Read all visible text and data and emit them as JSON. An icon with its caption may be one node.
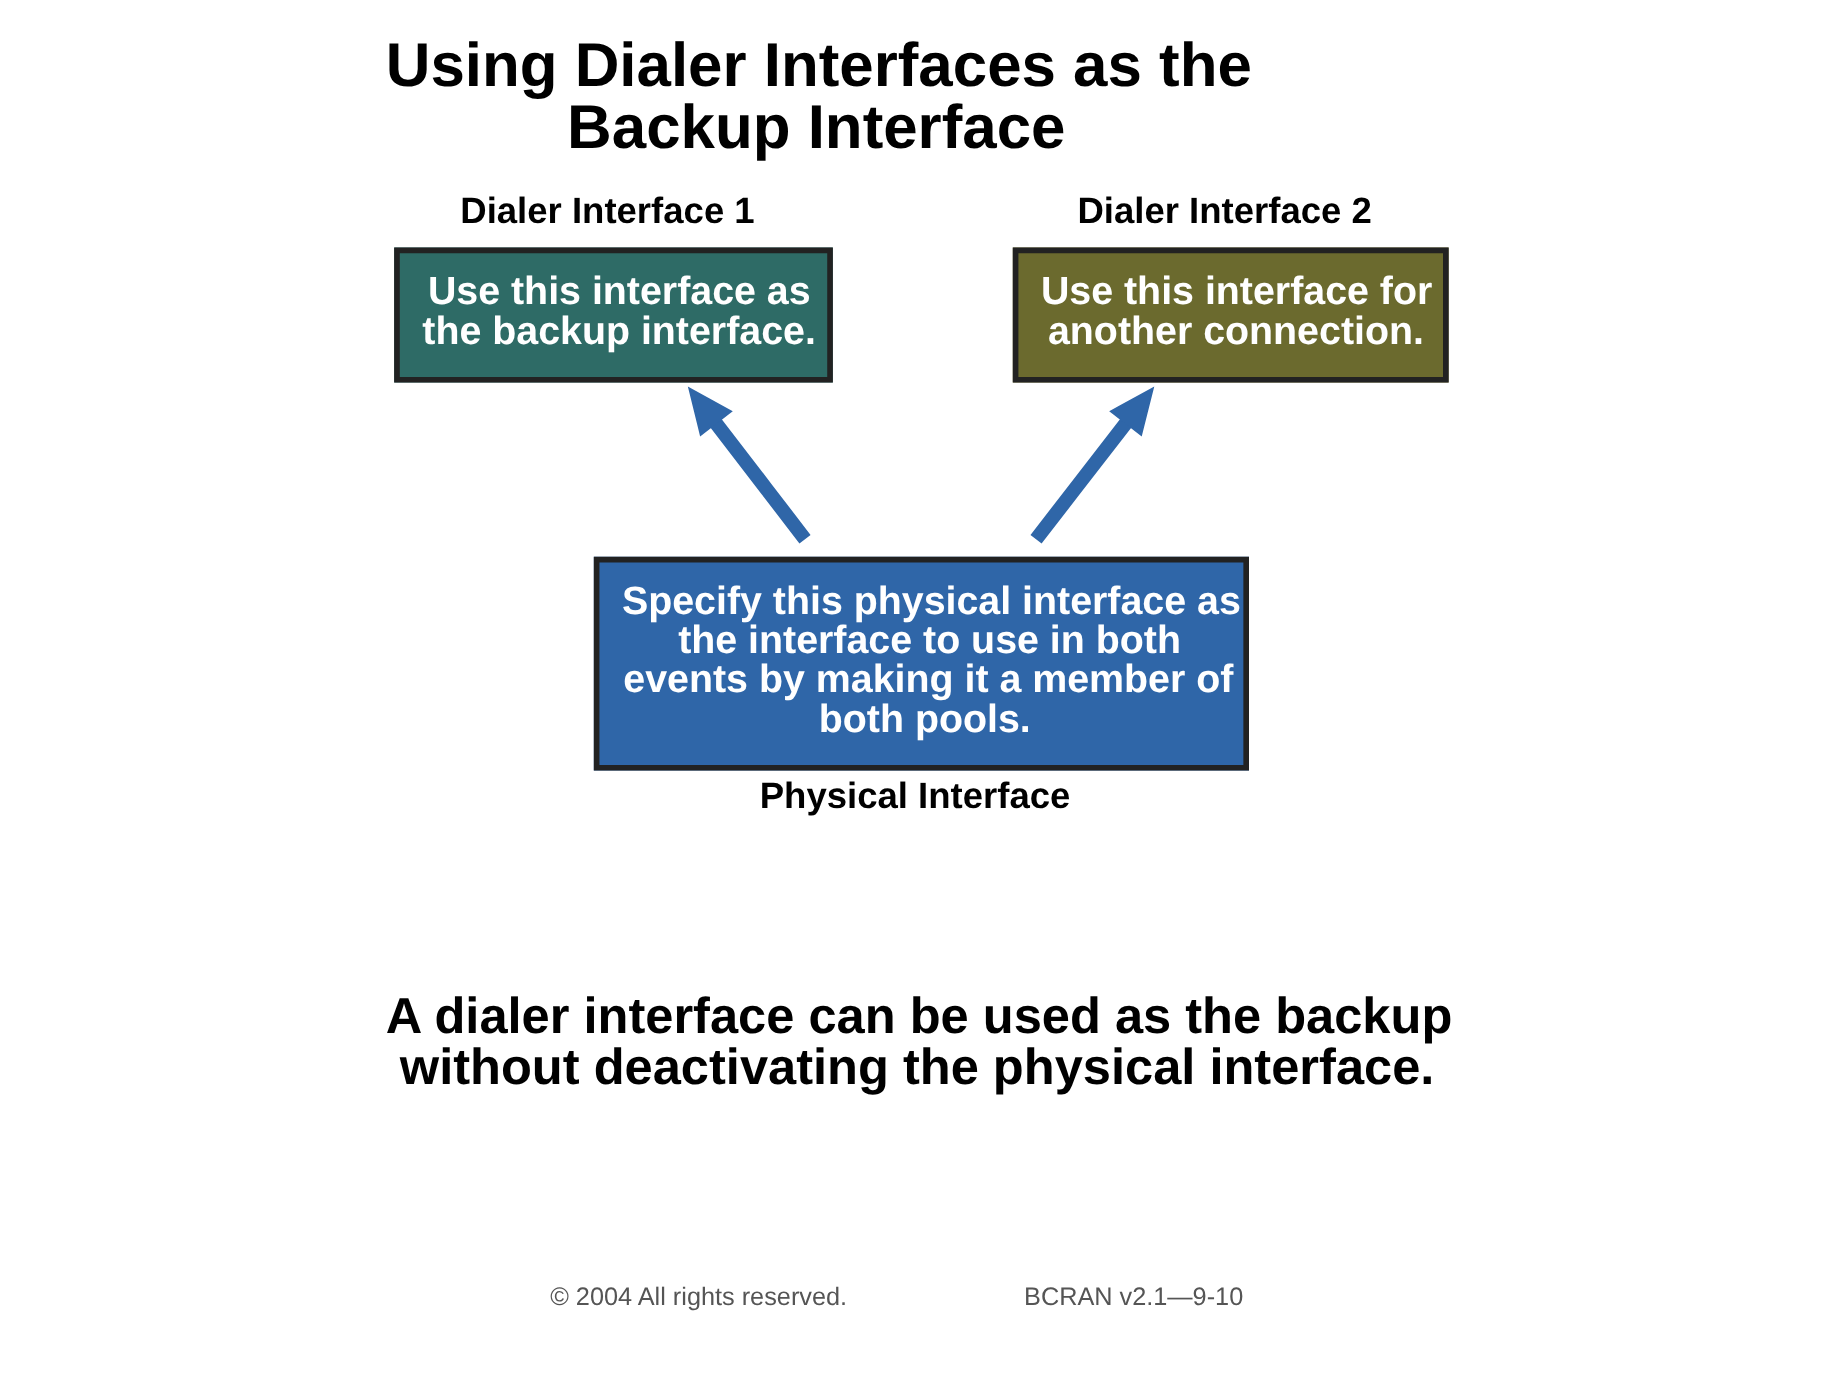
{
  "diagram": {
    "title": "Using Dialer Interfaces as the Backup Interface",
    "nodes": [
      {
        "text": [
          "Dialer Interface 1",
          "Use this interface as the backup interface."
        ]
      },
      {
        "text": [
          "Dialer Interface 2",
          "Use this interface for another connection."
        ]
      },
      {
        "text": [
          "Specify this physical interface as the interface to use in both events by making it a member of both pools.",
          "Physical Interface"
        ]
      }
    ],
    "edges": [
      {
        "from": 2,
        "to": 0,
        "arrow": "to"
      },
      {
        "from": 2,
        "to": 1,
        "arrow": "to"
      }
    ],
    "labels": [
      "A dialer interface can be used as the backup without deactivating the physical interface.",
      "© 2004 All rights reserved.",
      "BCRAN v2.1—9-10"
    ]
  }
}
